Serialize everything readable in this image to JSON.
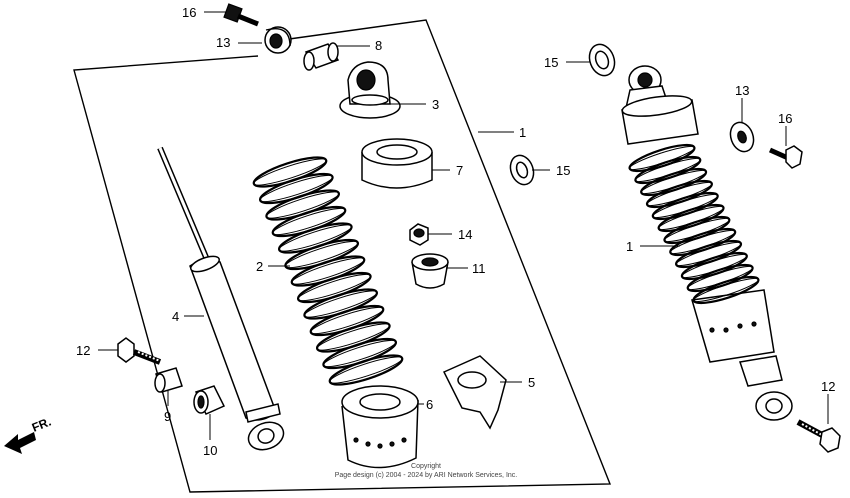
{
  "labels": {
    "p16a": "16",
    "p13a": "13",
    "p8": "8",
    "p3": "3",
    "p1a": "1",
    "p7": "7",
    "p15a": "15",
    "p14": "14",
    "p11": "11",
    "p2": "2",
    "p4": "4",
    "p12a": "12",
    "p9": "9",
    "p10": "10",
    "p6": "6",
    "p5": "5",
    "p15b": "15",
    "p13b": "13",
    "p16b": "16",
    "p1b": "1",
    "p12b": "12"
  },
  "direction": "FR.",
  "copyright": {
    "line1": "Copyright",
    "line2": "Page design (c) 2004 - 2024 by ARI Network Services, Inc."
  }
}
